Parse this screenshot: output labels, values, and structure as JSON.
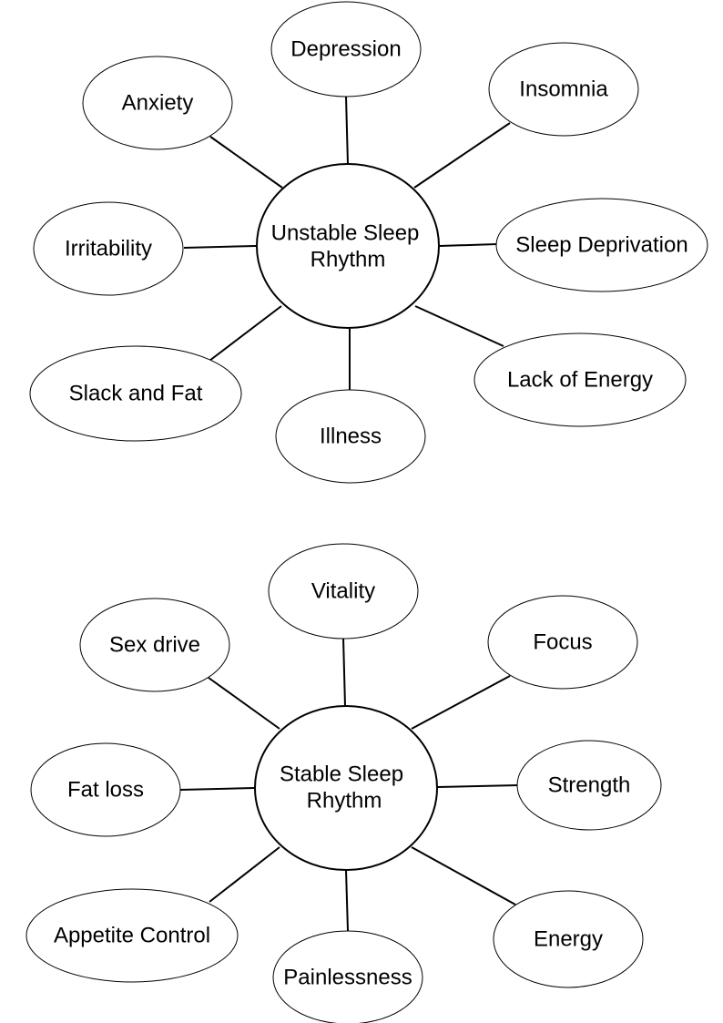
{
  "diagrams": [
    {
      "hub": {
        "line1": "Unstable Sleep",
        "line2": "Rhythm"
      },
      "nodes": [
        {
          "label": "Depression"
        },
        {
          "label": "Insomnia"
        },
        {
          "label": "Sleep Deprivation"
        },
        {
          "label": "Lack of Energy"
        },
        {
          "label": "Illness"
        },
        {
          "label": "Slack and Fat"
        },
        {
          "label": "Irritability"
        },
        {
          "label": "Anxiety"
        }
      ]
    },
    {
      "hub": {
        "line1": "Stable Sleep",
        "line2": "Rhythm"
      },
      "nodes": [
        {
          "label": "Vitality"
        },
        {
          "label": "Focus"
        },
        {
          "label": "Strength"
        },
        {
          "label": "Energy"
        },
        {
          "label": "Painlessness"
        },
        {
          "label": "Appetite Control"
        },
        {
          "label": "Fat loss"
        },
        {
          "label": "Sex drive"
        }
      ]
    }
  ]
}
